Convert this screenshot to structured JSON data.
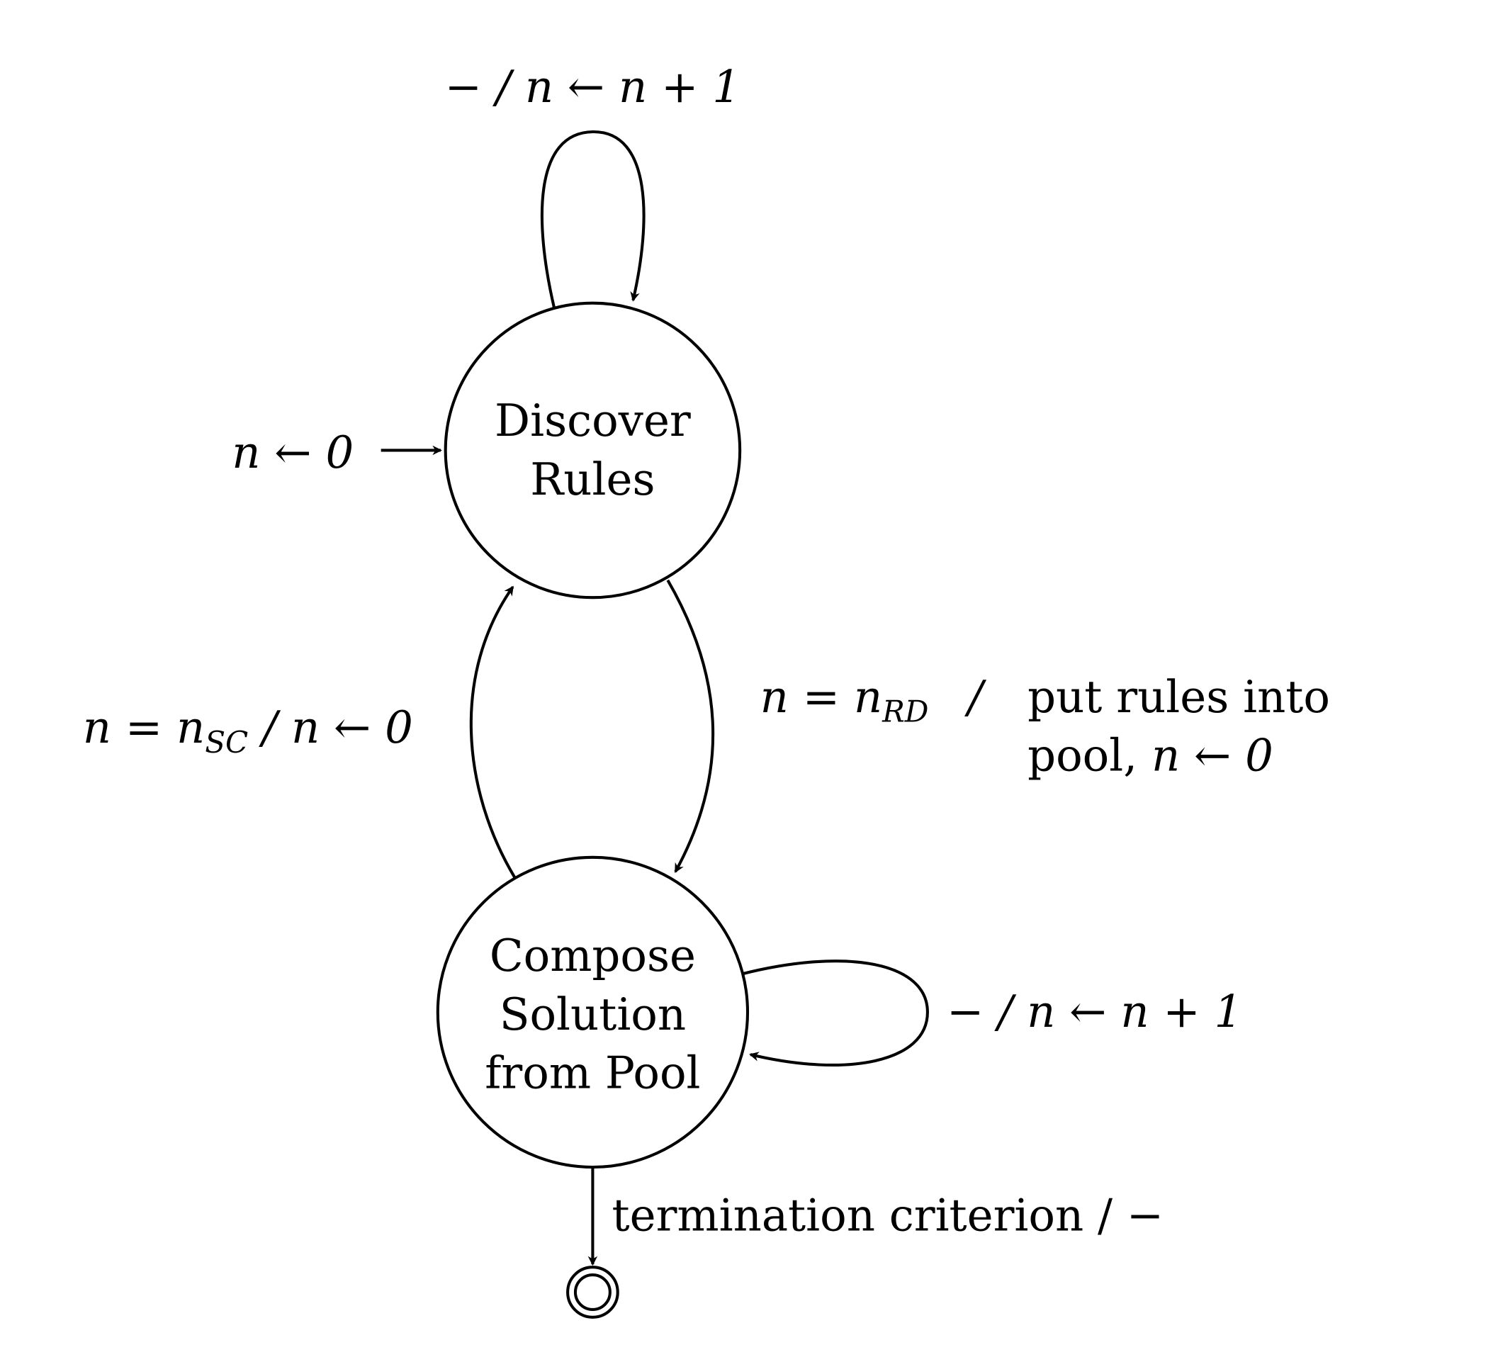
{
  "states": {
    "discover": {
      "line1": "Discover",
      "line2": "Rules"
    },
    "compose": {
      "line1": "Compose",
      "line2": "Solution",
      "line3": "from Pool"
    }
  },
  "transitions": {
    "initial": {
      "label": "n ← 0"
    },
    "discover_self_loop": {
      "label": "− / n ← n + 1"
    },
    "discover_to_compose": {
      "condition": "n = n",
      "condition_sub": "RD",
      "slash": "/",
      "action_line1": "put rules into",
      "action_line2_prefix": "pool, ",
      "action_line2_math": "n ← 0"
    },
    "compose_to_discover": {
      "condition": "n = n",
      "condition_sub": "SC",
      "rest": " / n ← 0"
    },
    "compose_self_loop": {
      "label": "− / n ← n + 1"
    },
    "termination": {
      "label": "termination criterion / −"
    }
  },
  "colors": {
    "stroke": "#000000",
    "background": "#ffffff"
  }
}
